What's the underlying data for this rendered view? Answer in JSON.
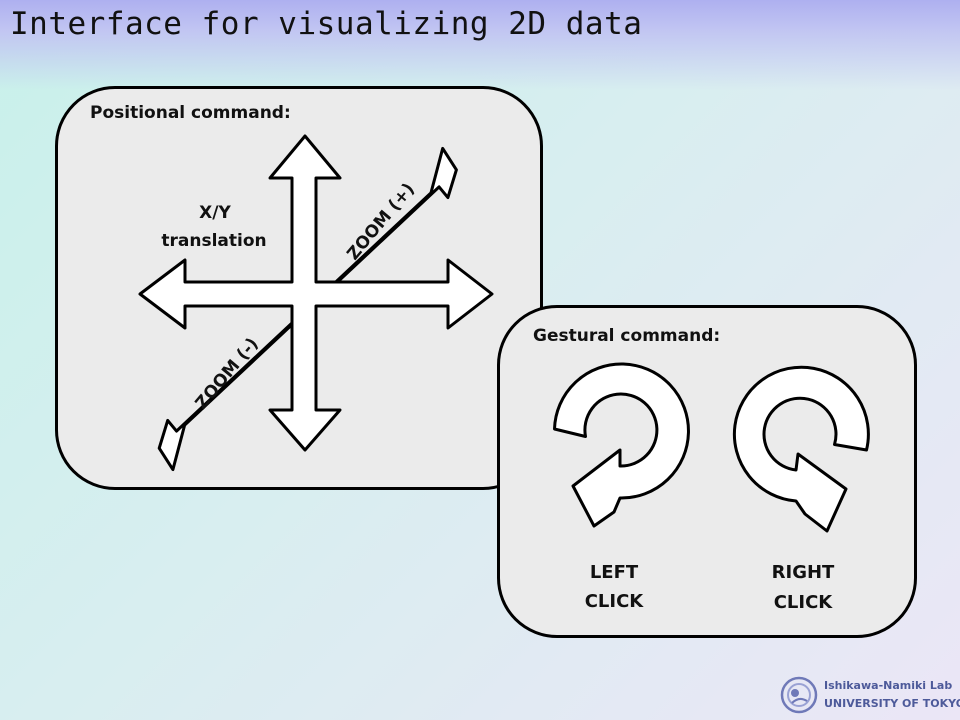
{
  "title": "Interface for visualizing 2D data",
  "positional": {
    "heading": "Positional command:",
    "translation_label_line1": "X/Y",
    "translation_label_line2": "translation",
    "zoom_in_label": "ZOOM (+)",
    "zoom_out_label": "ZOOM (-)"
  },
  "gestural": {
    "heading": "Gestural command:",
    "left_label_line1": "LEFT",
    "left_label_line2": "CLICK",
    "right_label_line1": "RIGHT",
    "right_label_line2": "CLICK"
  },
  "logo": {
    "line1": "Ishikawa-Namiki Lab",
    "line2": "UNIVERSITY OF TOKYO",
    "brand_color": "#4d5a9a"
  },
  "colors": {
    "title_band": "#aeb0f0",
    "panel_fill": "#ebebeb",
    "arrow_fill": "#ffffff",
    "outline": "#000000"
  }
}
